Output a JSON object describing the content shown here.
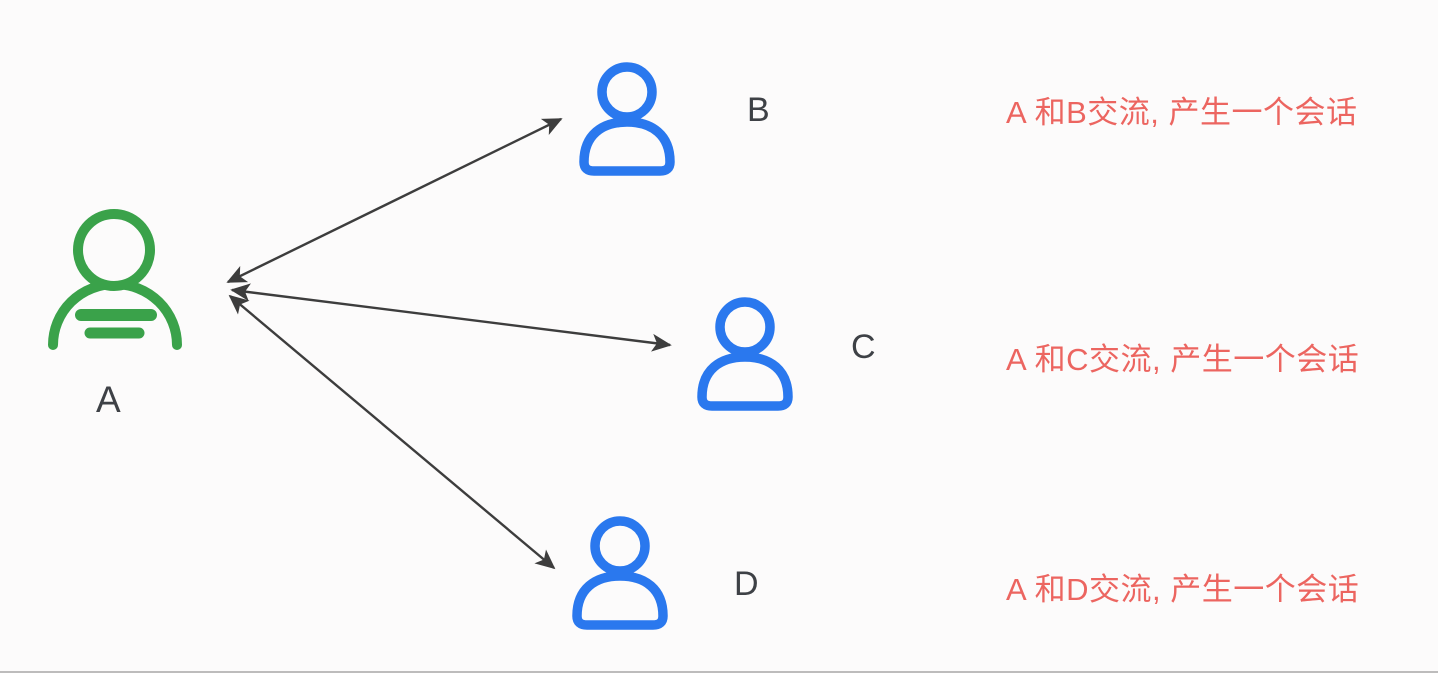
{
  "colors": {
    "background": "#fcfbfb",
    "green_user": "#3aa24a",
    "blue_user": "#2a78ee",
    "annotation_red": "#ec6560",
    "arrow": "#3d3d3d",
    "node_label": "#3e4146"
  },
  "nodes": [
    {
      "id": "A",
      "label": "A",
      "icon": "green-user-icon"
    },
    {
      "id": "B",
      "label": "B",
      "icon": "blue-user-icon"
    },
    {
      "id": "C",
      "label": "C",
      "icon": "blue-user-icon"
    },
    {
      "id": "D",
      "label": "D",
      "icon": "blue-user-icon"
    }
  ],
  "edges": [
    {
      "from": "A",
      "to": "B",
      "style": "double-headed-arrow"
    },
    {
      "from": "A",
      "to": "C",
      "style": "double-headed-arrow"
    },
    {
      "from": "A",
      "to": "D",
      "style": "double-headed-arrow"
    }
  ],
  "annotations": [
    {
      "for_edge": "A-B",
      "text": "A 和B交流, 产生一个会话"
    },
    {
      "for_edge": "A-C",
      "text": "A 和C交流, 产生一个会话"
    },
    {
      "for_edge": "A-D",
      "text": "A 和D交流, 产生一个会话"
    }
  ]
}
